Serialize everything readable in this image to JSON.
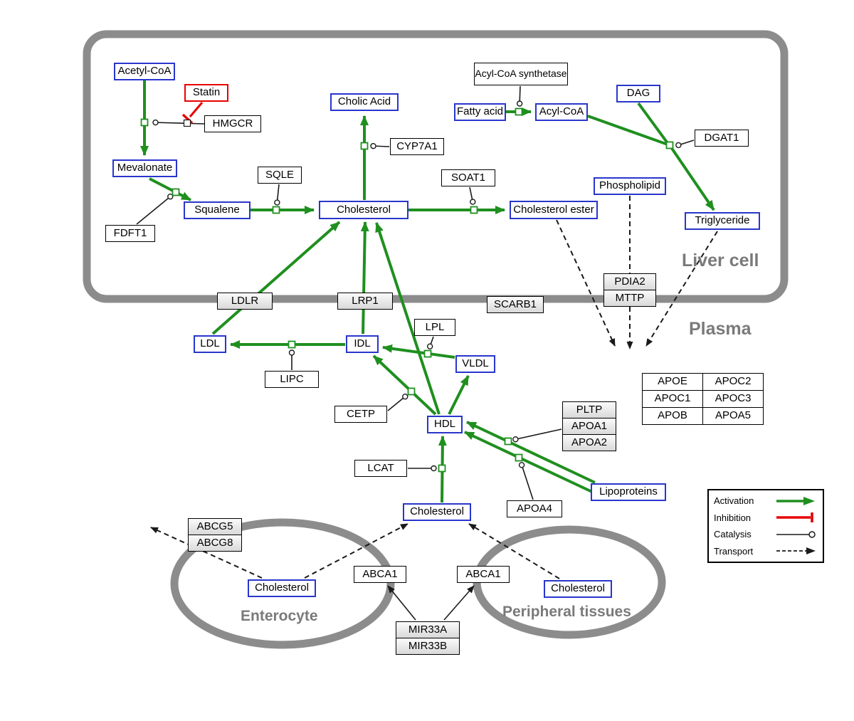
{
  "regions": {
    "liver": "Liver cell",
    "plasma": "Plasma",
    "enterocyte": "Enterocyte",
    "peripheral": "Peripheral tissues"
  },
  "colors": {
    "activation_green": "#1f8f1f",
    "inhibition_red": "#e80000",
    "metabolite_blue": "#2936cc",
    "membrane_gray": "#8c8c8c",
    "region_label_gray": "#7a7a7a"
  },
  "nodes": {
    "acetyl_coa": "Acetyl-CoA",
    "statin": "Statin",
    "hmgcr": "HMGCR",
    "mevalonate": "Mevalonate",
    "fdft1": "FDFT1",
    "squalene": "Squalene",
    "sqle": "SQLE",
    "cholesterol_liver": "Cholesterol",
    "cholic_acid": "Cholic Acid",
    "cyp7a1": "CYP7A1",
    "soat1": "SOAT1",
    "cholesterol_ester": "Cholesterol ester",
    "acyl_coa_synthetase": "Acyl-CoA synthetase",
    "fatty_acid": "Fatty acid",
    "acyl_coa": "Acyl-CoA",
    "dag": "DAG",
    "dgat1": "DGAT1",
    "phospholipid": "Phospholipid",
    "triglyceride": "Triglyceride",
    "ldlr": "LDLR",
    "lrp1": "LRP1",
    "scarb1": "SCARB1",
    "pdia2": "PDIA2",
    "mttp": "MTTP",
    "ldl": "LDL",
    "idl": "IDL",
    "lipc": "LIPC",
    "lpl": "LPL",
    "vldl": "VLDL",
    "cetp": "CETP",
    "hdl": "HDL",
    "lcat": "LCAT",
    "apoe": "APOE",
    "apoc2": "APOC2",
    "apoc1": "APOC1",
    "apoc3": "APOC3",
    "apob": "APOB",
    "apoa5": "APOA5",
    "pltp": "PLTP",
    "apoa1": "APOA1",
    "apoa2": "APOA2",
    "apoa4": "APOA4",
    "lipoproteins": "Lipoproteins",
    "cholesterol_plasma": "Cholesterol",
    "abcg5": "ABCG5",
    "abcg8": "ABCG8",
    "cholesterol_enterocyte": "Cholesterol",
    "abca1_left": "ABCA1",
    "abca1_right": "ABCA1",
    "cholesterol_peripheral": "Cholesterol",
    "mir33a": "MIR33A",
    "mir33b": "MIR33B"
  },
  "legend": {
    "activation": "Activation",
    "inhibition": "Inhibition",
    "catalysis": "Catalysis",
    "transport": "Transport"
  },
  "interactions": [
    {
      "from": "Acetyl-CoA",
      "to": "Mevalonate",
      "type": "activation",
      "catalyst": "HMGCR"
    },
    {
      "from": "Statin",
      "to": "HMGCR",
      "type": "inhibition"
    },
    {
      "from": "Mevalonate",
      "to": "Squalene",
      "type": "activation",
      "catalyst": "FDFT1"
    },
    {
      "from": "Squalene",
      "to": "Cholesterol",
      "type": "activation",
      "catalyst": "SQLE"
    },
    {
      "from": "Cholesterol",
      "to": "Cholic Acid",
      "type": "activation",
      "catalyst": "CYP7A1"
    },
    {
      "from": "Cholesterol",
      "to": "Cholesterol ester",
      "type": "activation",
      "catalyst": "SOAT1"
    },
    {
      "from": "Fatty acid",
      "to": "Acyl-CoA",
      "type": "activation",
      "catalyst": "Acyl-CoA synthetase"
    },
    {
      "from": "Acyl-CoA",
      "to": "Triglyceride",
      "type": "activation",
      "catalyst": "DGAT1"
    },
    {
      "from": "DAG",
      "to": "Triglyceride",
      "type": "activation",
      "catalyst": "DGAT1"
    },
    {
      "from": "LDL",
      "to": "Cholesterol",
      "type": "activation",
      "via": "LDLR"
    },
    {
      "from": "IDL",
      "to": "Cholesterol",
      "type": "activation",
      "via": "LRP1"
    },
    {
      "from": "IDL",
      "to": "LDL",
      "type": "activation",
      "catalyst": "LIPC"
    },
    {
      "from": "VLDL",
      "to": "IDL",
      "type": "activation",
      "catalyst": "LPL"
    },
    {
      "from": "HDL",
      "to": "IDL",
      "type": "activation",
      "catalyst": "CETP"
    },
    {
      "from": "HDL",
      "to": "VLDL",
      "type": "activation"
    },
    {
      "from": "HDL",
      "to": "Cholesterol",
      "type": "activation"
    },
    {
      "from": "Lipoproteins",
      "to": "HDL",
      "type": "activation",
      "catalyst": "PLTP/APOA1/APOA2"
    },
    {
      "from": "Lipoproteins",
      "to": "HDL",
      "type": "activation",
      "catalyst": "APOA4"
    },
    {
      "from": "Cholesterol",
      "to": "HDL",
      "type": "activation",
      "catalyst": "LCAT"
    },
    {
      "from": "Phospholipid",
      "type": "transport"
    },
    {
      "from": "Cholesterol ester",
      "type": "transport"
    },
    {
      "from": "Triglyceride",
      "type": "transport"
    },
    {
      "from": "Cholesterol",
      "type": "transport",
      "via": "ABCG5/ABCG8"
    },
    {
      "from": "Cholesterol",
      "to": "Cholesterol",
      "type": "transport",
      "via": "ABCA1"
    },
    {
      "from": "Cholesterol",
      "to": "Cholesterol",
      "type": "transport",
      "via": "ABCA1"
    },
    {
      "from": "MIR33A/MIR33B",
      "to": "ABCA1",
      "type": "regulation"
    }
  ]
}
